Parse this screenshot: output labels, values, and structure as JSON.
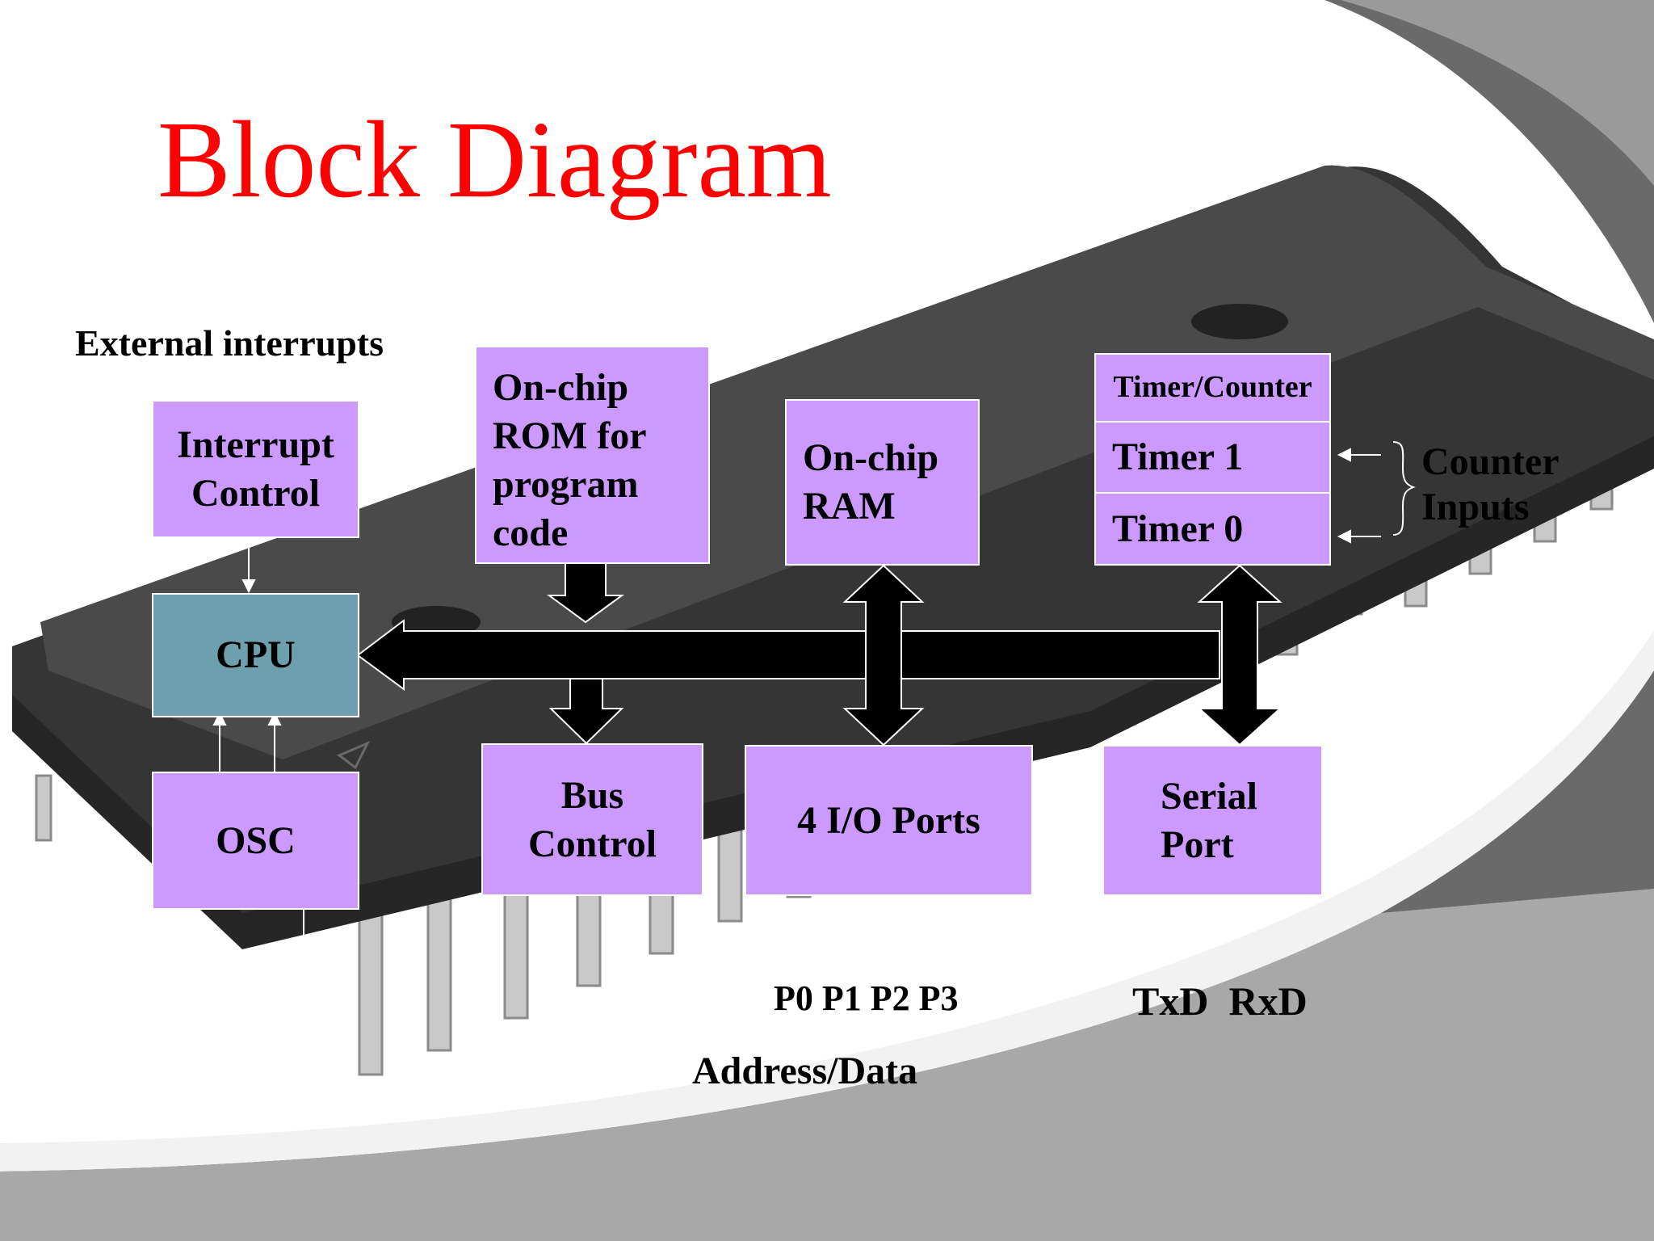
{
  "slide": {
    "title": "Block Diagram",
    "title_color": "#ff0000",
    "box_color": "#cc99ff",
    "cpu_color": "#6e9fae"
  },
  "labels": {
    "external_interrupts": "External interrupts",
    "counter_inputs": "Counter\nInputs",
    "ports": "P0 P1 P2 P3",
    "serial_pins": "TxD  RxD",
    "address_data": "Address/Data"
  },
  "blocks": {
    "interrupt_control": "Interrupt\nControl",
    "rom": "On-chip\nROM for\nprogram\ncode",
    "ram": "On-chip\nRAM",
    "timer_counter": "Timer/Counter",
    "timer1": "Timer 1",
    "timer0": "Timer 0",
    "cpu": "CPU",
    "osc": "OSC",
    "bus_control": "Bus\nControl",
    "io_ports": "4 I/O Ports",
    "serial_port": "Serial\nPort"
  }
}
